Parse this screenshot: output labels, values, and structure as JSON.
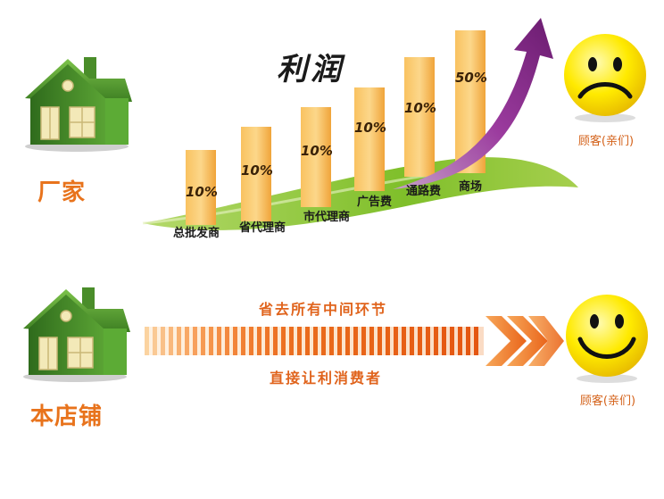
{
  "top_row": {
    "manufacturer_label": "厂家",
    "profit_title": "利润",
    "customer_label": "顾客(亲们)",
    "tiers": [
      {
        "label": "总批发商",
        "percent": "10%"
      },
      {
        "label": "省代理商",
        "percent": "10%"
      },
      {
        "label": "市代理商",
        "percent": "10%"
      },
      {
        "label": "广告费",
        "percent": "10%"
      },
      {
        "label": "通路费",
        "percent": "10%"
      },
      {
        "label": "商场",
        "percent": "50%"
      }
    ]
  },
  "bottom_row": {
    "store_label": "本店铺",
    "arrow_top_text": "省去所有中间环节",
    "arrow_bottom_text": "直接让利消费者",
    "customer_label": "顾客(亲们)"
  },
  "colors": {
    "orange": "#e8731c",
    "bar": "#f7b24a",
    "swoosh_green": "#8dc63f",
    "purple_arrow": "#8a2a8c",
    "smiley_yellow": "#ffe600"
  }
}
